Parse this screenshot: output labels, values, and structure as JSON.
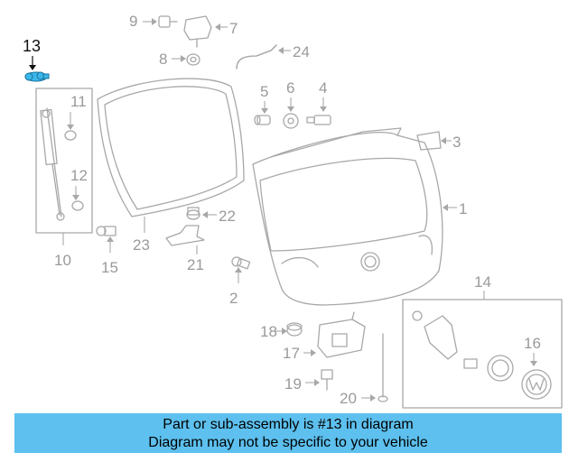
{
  "diagram": {
    "highlight_color": "#3ab7ea",
    "callouts": [
      {
        "id": "13",
        "label": "13",
        "highlighted": true
      },
      {
        "id": "9",
        "label": "9"
      },
      {
        "id": "7",
        "label": "7"
      },
      {
        "id": "8",
        "label": "8"
      },
      {
        "id": "24",
        "label": "24"
      },
      {
        "id": "11",
        "label": "11"
      },
      {
        "id": "12",
        "label": "12"
      },
      {
        "id": "10",
        "label": "10"
      },
      {
        "id": "5",
        "label": "5"
      },
      {
        "id": "6",
        "label": "6"
      },
      {
        "id": "4",
        "label": "4"
      },
      {
        "id": "3",
        "label": "3"
      },
      {
        "id": "1",
        "label": "1"
      },
      {
        "id": "22",
        "label": "22"
      },
      {
        "id": "23",
        "label": "23"
      },
      {
        "id": "21",
        "label": "21"
      },
      {
        "id": "14",
        "label": "14"
      },
      {
        "id": "16",
        "label": "16"
      },
      {
        "id": "15",
        "label": "15"
      },
      {
        "id": "2",
        "label": "2"
      },
      {
        "id": "18",
        "label": "18"
      },
      {
        "id": "17",
        "label": "17"
      },
      {
        "id": "19",
        "label": "19"
      },
      {
        "id": "20",
        "label": "20"
      }
    ]
  },
  "banner": {
    "line1": "Part or sub-assembly is #13 in diagram",
    "line2": "Diagram may not be specific to your vehicle",
    "color": "#5dc0ee"
  }
}
